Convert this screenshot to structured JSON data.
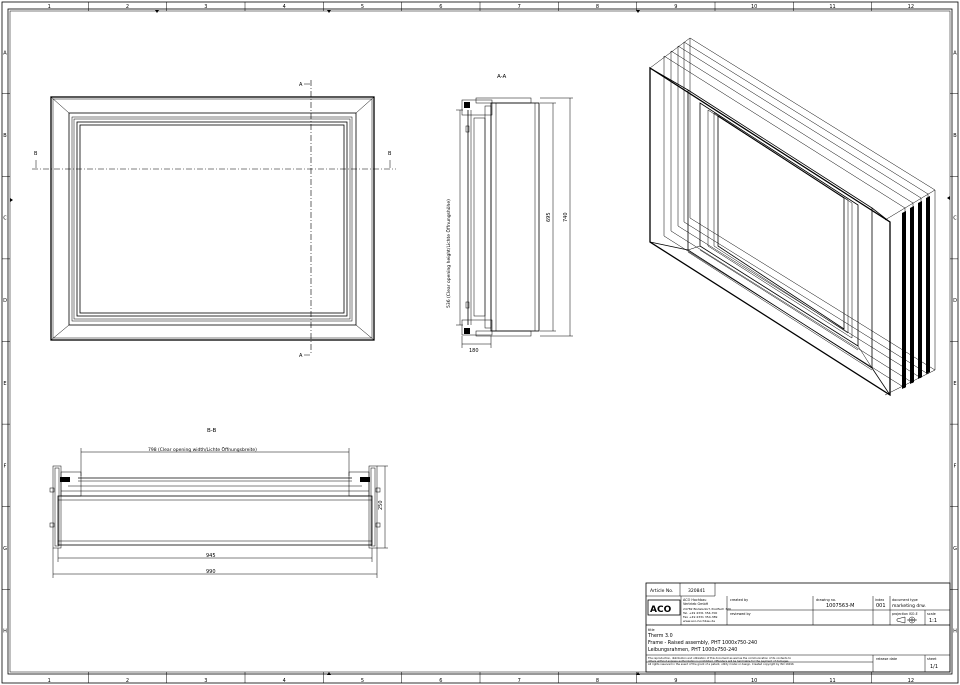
{
  "border": {
    "columns": [
      "1",
      "2",
      "3",
      "4",
      "5",
      "6",
      "7",
      "8",
      "9",
      "10",
      "11",
      "12"
    ],
    "rows": [
      "A",
      "B",
      "C",
      "D",
      "E",
      "F",
      "G",
      "H"
    ]
  },
  "views": {
    "section_aa": {
      "label": "A-A",
      "cut_marker": "A",
      "dim_opening_height": "536 (Clear opening height/Lichte Öffnungshöhe)",
      "dim_inner": "695",
      "dim_outer": "740",
      "dim_depth": "180"
    },
    "front": {
      "cut_marker": "B"
    },
    "section_bb": {
      "label": "B-B",
      "dim_opening_width": "798 (Clear opening width/Lichte Öffnungsbreite)",
      "dim_height": "250",
      "dim_inner_width": "945",
      "dim_outer_width": "990"
    }
  },
  "title_block": {
    "article_no_label": "Article No.",
    "article_no": "320841",
    "company": [
      "ACO Hochbau",
      "Vertrieb GmbH"
    ],
    "address": [
      "24782 Büdelsdorf, Postfach 320",
      "Tel. +49 4331 354-700",
      "Fax +49 4331 354-389",
      "www.aco-hochbau.de"
    ],
    "created_by_label": "created by",
    "reviewed_by_label": "reviewed by",
    "drawing_no_label": "drawing no.",
    "drawing_no": "1007563-M",
    "index_label": "index",
    "index": "001",
    "doc_type_label": "document type",
    "doc_type": "marketing drw.",
    "projection_label": "projection ISO-E",
    "scale_label": "scale",
    "scale": "1:1",
    "title_label": "title",
    "title_lines": [
      "Therm 3.0",
      "Frame - Raised assembly, PHT 1000x750-240",
      "Leibungsrahmen, PHT 1000x750-240"
    ],
    "legal": [
      "The reproduction, distribution and utilization of this document as well as the communication of its contents to",
      "others without express authorization is prohibited. Offenders will be held liable for the payment of damages.",
      "All rights reserved in the event of the grant of a patent, utility model or design. Created copyright by ISO 16016"
    ],
    "release_date_label": "release date",
    "sheet_label": "sheet",
    "sheet": "1/1"
  }
}
